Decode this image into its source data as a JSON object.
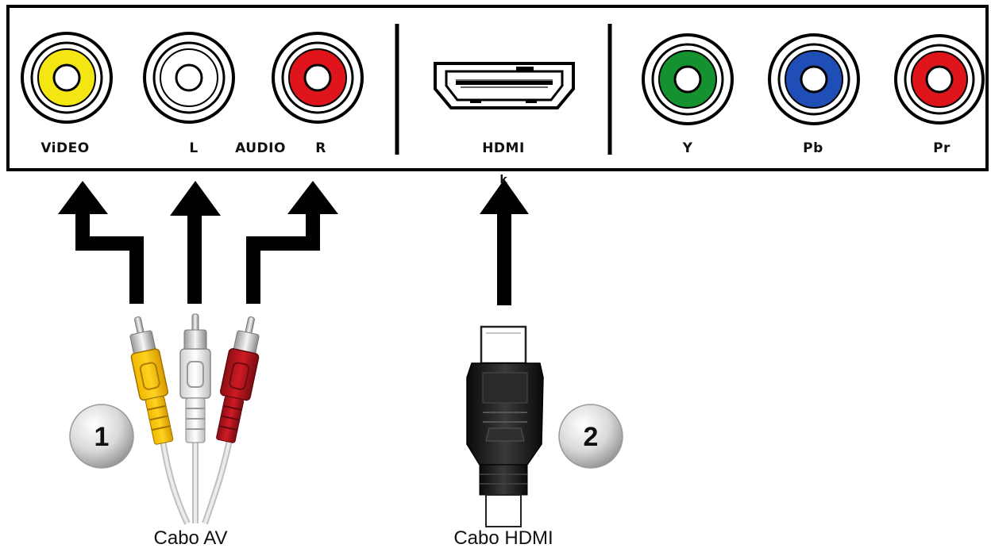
{
  "panel": {
    "labels": {
      "video": "ViDEO",
      "audio_left": "L",
      "audio": "AUDIO",
      "audio_right": "R",
      "hdmi": "HDMI",
      "y": "Y",
      "pb": "Pb",
      "pr": "Pr"
    },
    "hdmi_mark": "k"
  },
  "connector_colors": {
    "video": "#f4e612",
    "audio_left": "#ffffff",
    "audio_right": "#e0141b",
    "y": "#14922f",
    "pb": "#1f4fb6",
    "pr": "#e0141b"
  },
  "cable_av": {
    "badge": "1",
    "caption": "Cabo AV"
  },
  "cable_hdmi": {
    "badge": "2",
    "caption": "Cabo HDMI"
  }
}
